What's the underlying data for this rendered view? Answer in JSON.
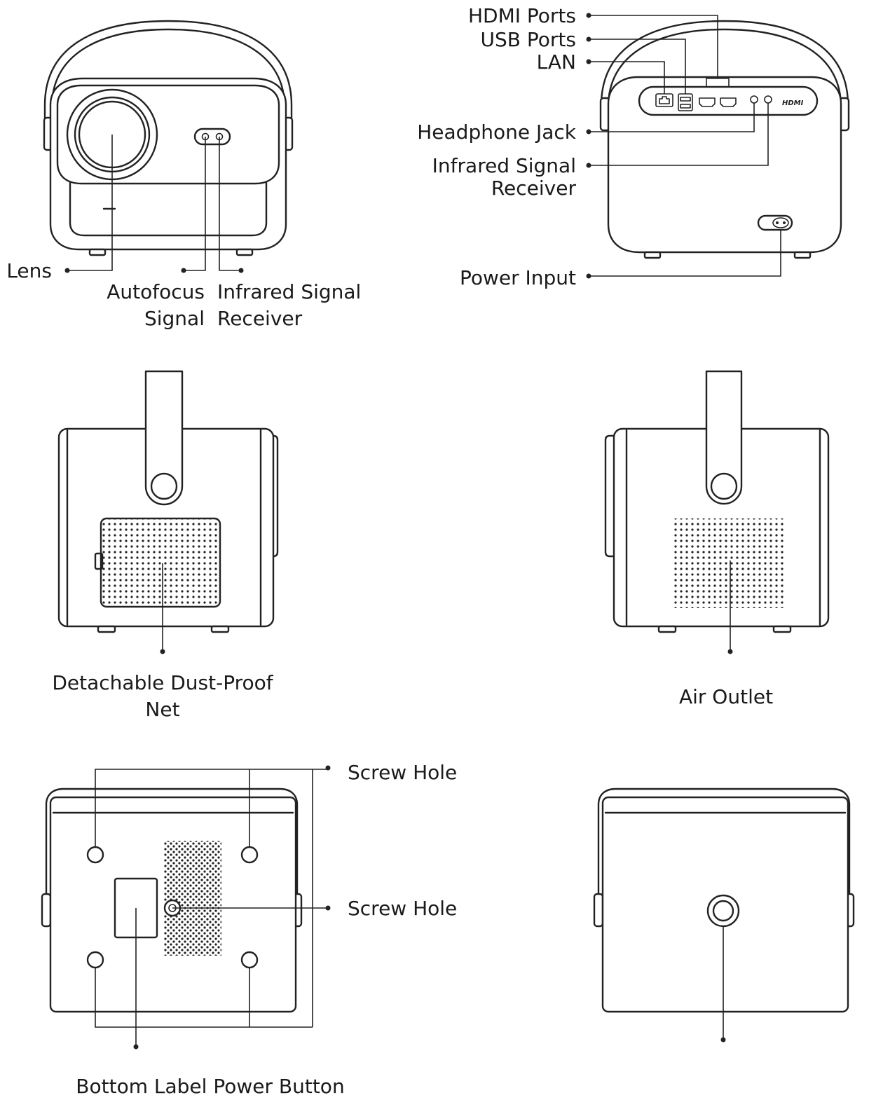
{
  "views": {
    "front": {
      "lens": "Lens",
      "autofocus_line1": "Autofocus",
      "autofocus_line2": "Signal",
      "infrared_line1": "Infrared Signal",
      "infrared_line2": "Receiver"
    },
    "rear": {
      "hdmi_ports": "HDMI Ports",
      "usb_ports": "USB Ports",
      "lan": "LAN",
      "headphone_jack": "Headphone Jack",
      "infrared_line1": "Infrared Signal",
      "infrared_line2": "Receiver",
      "power_input": "Power Input",
      "hdmi_logo": "HDMI"
    },
    "left_side": {
      "dust_net_line1": "Detachable Dust-Proof",
      "dust_net_line2": "Net"
    },
    "right_side": {
      "air_outlet": "Air Outlet"
    },
    "bottom": {
      "screw_hole_top": "Screw Hole",
      "screw_hole_center": "Screw Hole",
      "bottom_label_power_button": "Bottom Label Power Button"
    }
  },
  "colors": {
    "line": "#222222",
    "background": "#ffffff"
  }
}
